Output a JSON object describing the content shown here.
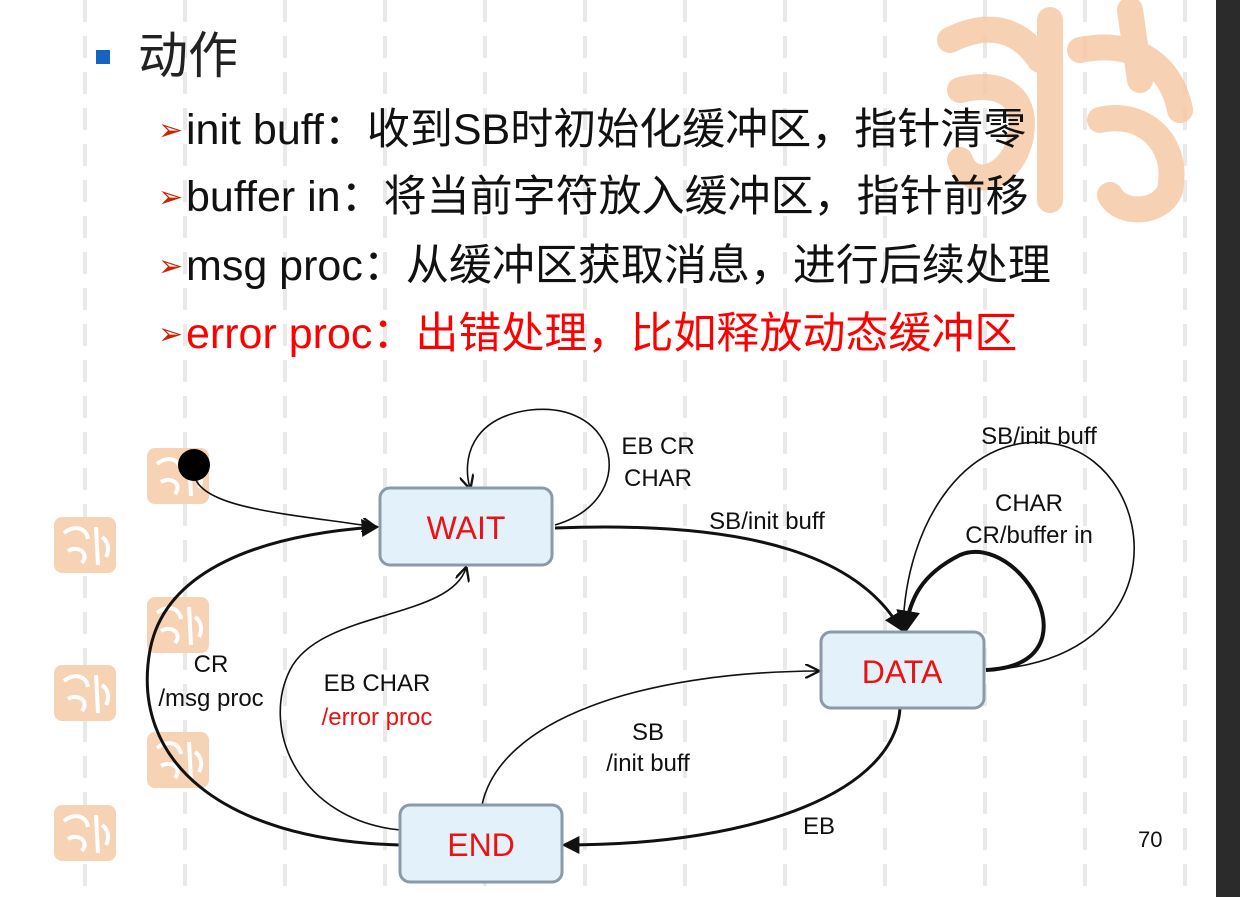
{
  "slide": {
    "heading": "动作",
    "items": [
      {
        "term": "init buff",
        "desc": "收到SB时初始化缓冲区，指针清零",
        "color": "#111111"
      },
      {
        "term": "buffer in",
        "desc": "将当前字符放入缓冲区，指针前移",
        "color": "#111111"
      },
      {
        "term": "msg proc",
        "desc": "从缓冲区获取消息，进行后续处理",
        "color": "#111111"
      },
      {
        "term": "error proc",
        "desc": "出错处理，比如释放动态缓冲区",
        "color": "#ff0000"
      }
    ],
    "separator": "：",
    "page_number": "70"
  },
  "diagram": {
    "states": {
      "wait": "WAIT",
      "data": "DATA",
      "end": "END"
    },
    "transitions": {
      "wait_self_1": "EB CR",
      "wait_self_2": "CHAR",
      "wait_to_data": "SB/init buff",
      "data_self_outer": "SB/init buff",
      "data_self_inner_1": "CHAR",
      "data_self_inner_2": "CR/buffer in",
      "end_to_wait_1": "CR",
      "end_to_wait_2": "/msg proc",
      "end_to_wait_err_1": "EB CHAR",
      "end_to_wait_err_2": "/error proc",
      "end_to_data_1": "SB",
      "end_to_data_2": "/init buff",
      "data_to_end": "EB"
    },
    "colors": {
      "state_fill": "#e3f1fb",
      "state_stroke": "#8a9aa8",
      "state_text": "#ee1111",
      "error_label": "#ee1111",
      "seal": "#f4c3a0"
    }
  }
}
